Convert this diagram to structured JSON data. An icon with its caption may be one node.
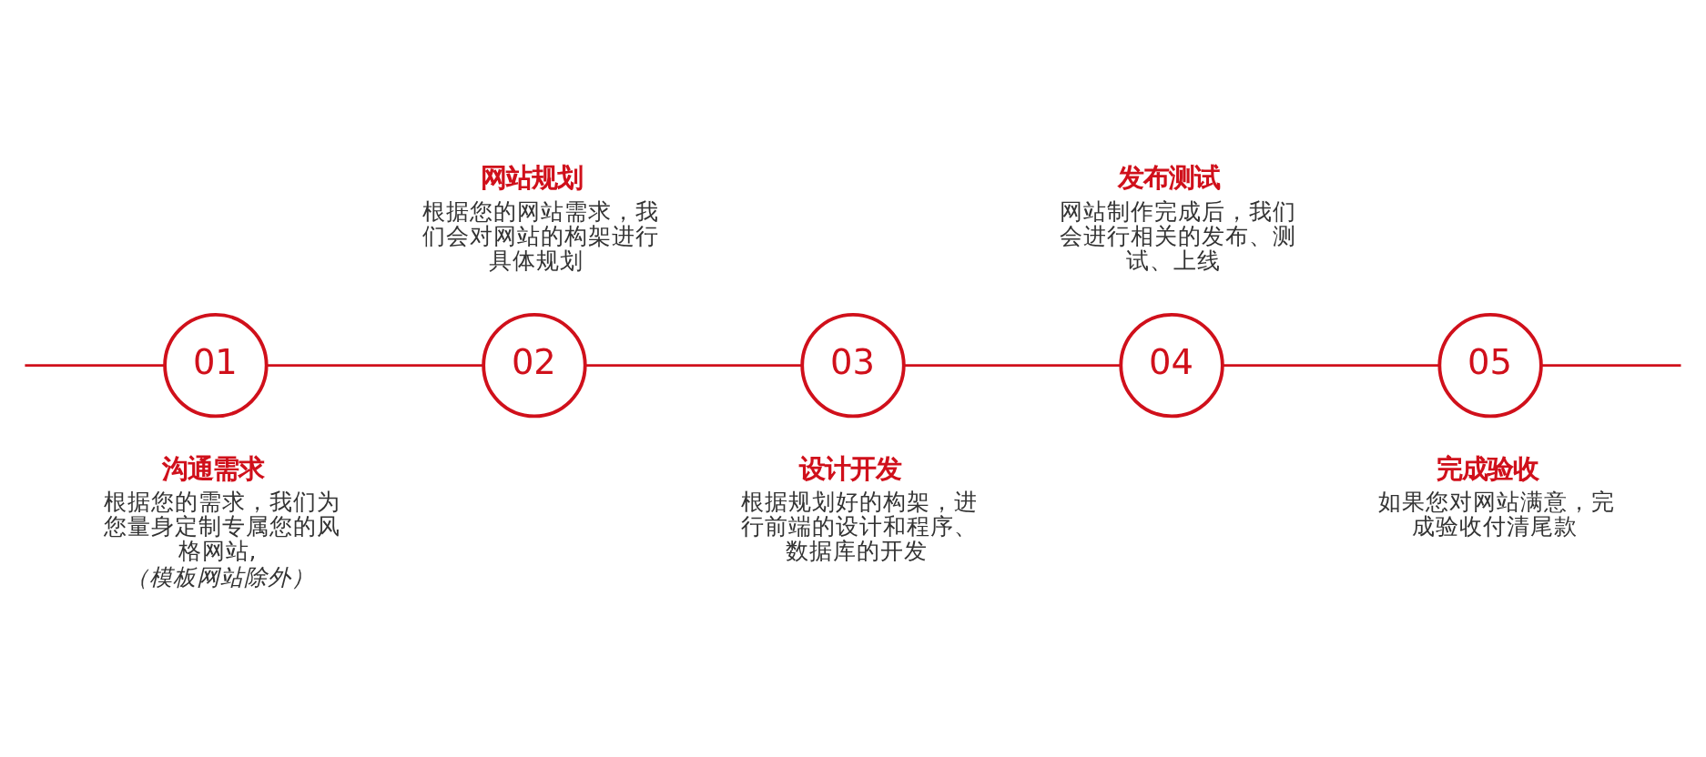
{
  "diagram": {
    "nodes": [
      {
        "text": [
          "01"
        ],
        "beside": [
          "沟通需求",
          "根据您的需求，我们为您量身定制专属您的风格网站,",
          "（模板网站除外）"
        ]
      },
      {
        "text": [
          "02"
        ],
        "beside": [
          "网站规划",
          "根据您的网站需求，我们会对网站的构架进行具体规划"
        ]
      },
      {
        "text": [
          "03"
        ],
        "beside": [
          "设计开发",
          "根据规划好的构架，进行前端的设计和程序、数据库的开发"
        ]
      },
      {
        "text": [
          "04"
        ],
        "beside": [
          "发布测试",
          "网站制作完成后，我们会进行相关的发布、测试、上线"
        ]
      },
      {
        "text": [
          "05"
        ],
        "beside": [
          "完成验收",
          "如果您对网站满意，完成验收付清尾款"
        ]
      }
    ],
    "edges": [
      {
        "from": null,
        "to": 0,
        "arrow": "none"
      },
      {
        "from": 0,
        "to": 1,
        "arrow": "none"
      },
      {
        "from": 1,
        "to": 2,
        "arrow": "none"
      },
      {
        "from": 2,
        "to": 3,
        "arrow": "none"
      },
      {
        "from": 3,
        "to": 4,
        "arrow": "none"
      },
      {
        "from": 4,
        "to": null,
        "arrow": "none"
      }
    ]
  }
}
